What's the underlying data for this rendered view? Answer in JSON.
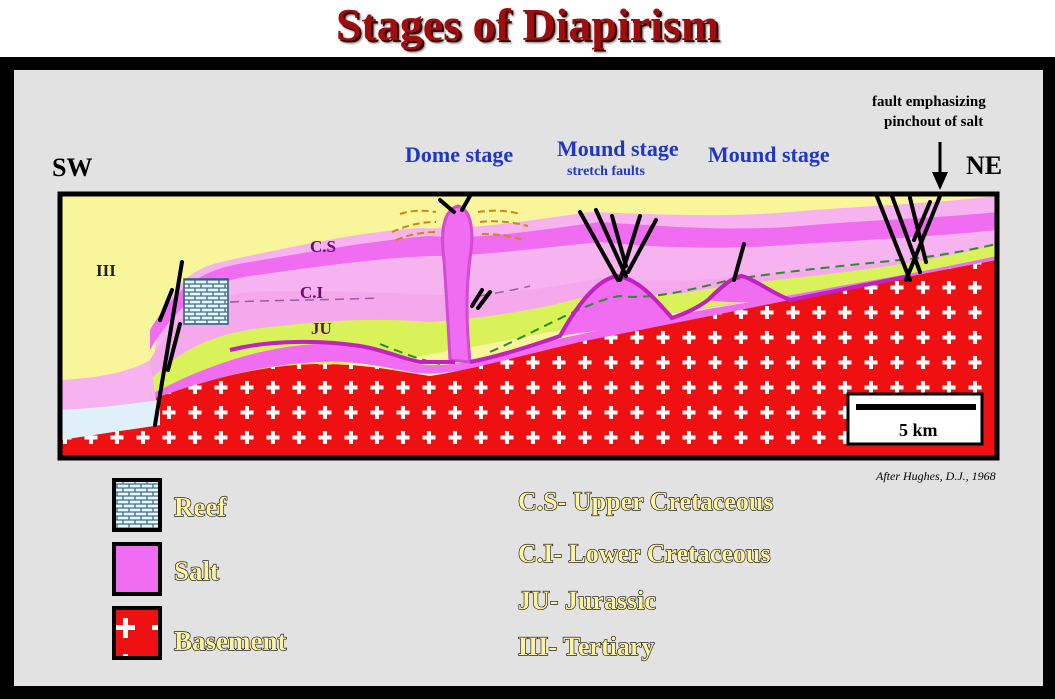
{
  "title": "Stages of Diapirism",
  "directions": {
    "left": "SW",
    "right": "NE"
  },
  "stages": {
    "dome": "Dome stage",
    "mound1": "Mound stage",
    "mound1_sub": "stretch faults",
    "mound2": "Mound stage"
  },
  "fault_note": {
    "line1": "fault emphasizing",
    "line2": "pinchout of salt"
  },
  "unit_labels": {
    "tertiary": "III",
    "cs": "C.S",
    "ci": "C.I",
    "ju": "JU"
  },
  "scale": {
    "label": "5 km"
  },
  "credit": "After Hughes, D.J., 1968",
  "legend": [
    {
      "label": "Reef"
    },
    {
      "label": "Salt"
    },
    {
      "label": "Basement"
    }
  ],
  "key": {
    "cs": "C.S- Upper Cretaceous",
    "ci": "C.I- Lower Cretaceous",
    "ju": "JU- Jurassic",
    "iii": "III- Tertiary"
  },
  "colors": {
    "tertiary": "#f8f59a",
    "salt": "#f06cf0",
    "cretaceous_light": "#f7b2f0",
    "jurassic": "#d9f25a",
    "basement": "#ef1111",
    "title": "#9e0e0e",
    "stage_label": "#1f37c4"
  }
}
